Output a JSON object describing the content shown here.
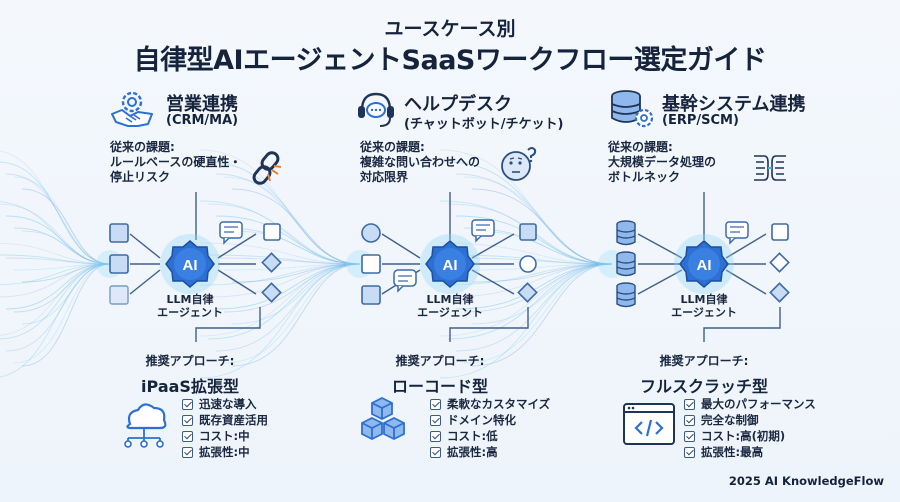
{
  "header": {
    "title_line1": "ユースケース別",
    "title_line2": "自律型AIエージェントSaaSワークフロー選定ガイド"
  },
  "columns": [
    {
      "title": "営業連携",
      "subtitle": "(CRM/MA)",
      "header_icon": "handshake-gear-icon",
      "challenge_label": "従来の課題:",
      "challenge_lines": [
        "ルールベースの硬直性・",
        "停止リスク"
      ],
      "challenge_icon": "broken-chain-icon",
      "ai_badge": "AI",
      "ai_label_lines": [
        "LLM自律",
        "エージェント"
      ],
      "recommend_label": "推奨アプローチ:",
      "recommend_value": "iPaaS拡張型",
      "feature_icon": "cloud-network-icon",
      "features": [
        "迅速な導入",
        "既存資産活用",
        "コスト:中",
        "拡張性:中"
      ]
    },
    {
      "title": "ヘルプデスク",
      "subtitle": "(チャットボット/チケット)",
      "header_icon": "headset-chat-icon",
      "challenge_label": "従来の課題:",
      "challenge_lines": [
        "複雑な問い合わせへの",
        "対応限界"
      ],
      "challenge_icon": "thinking-face-icon",
      "ai_badge": "AI",
      "ai_label_lines": [
        "LLM自律",
        "エージェント"
      ],
      "recommend_label": "推奨アプローチ:",
      "recommend_value": "ローコード型",
      "feature_icon": "blocks-icon",
      "features": [
        "柔軟なカスタマイズ",
        "ドメイン特化",
        "コスト:低",
        "拡張性:高"
      ]
    },
    {
      "title": "基幹システム連携",
      "subtitle": "(ERP/SCM)",
      "header_icon": "database-gear-icon",
      "challenge_label": "従来の課題:",
      "challenge_lines": [
        "大規模データ処理の",
        "ボトルネック"
      ],
      "challenge_icon": "bottleneck-icon",
      "ai_badge": "AI",
      "ai_label_lines": [
        "LLM自律",
        "エージェント"
      ],
      "recommend_label": "推奨アプローチ:",
      "recommend_value": "フルスクラッチ型",
      "feature_icon": "code-window-icon",
      "features": [
        "最大のパフォーマンス",
        "完全な制御",
        "コスト:高(初期)",
        "拡張性:最高"
      ]
    }
  ],
  "footer": "2025 AI KnowledgeFlow",
  "colors": {
    "text": "#15233d",
    "accent": "#2d6fd2",
    "node_fill": "#c9dcf5",
    "node_stroke": "#3d6aa8",
    "glow": "#6ec9ee"
  }
}
